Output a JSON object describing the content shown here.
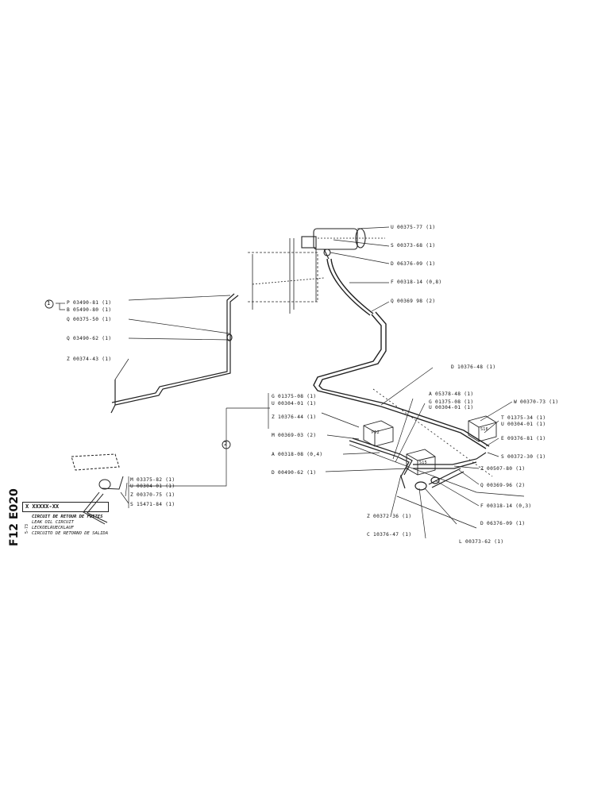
{
  "sheet": {
    "code": "F12 E020",
    "part_code": "X XXXXX-XX",
    "date": "5-73",
    "titles": [
      "CIRCUIT DE RETOUR DE FUITES",
      "LEAK OIL CIRCUIT",
      "LECKOELRUECKLAUF",
      "CIRCUITO DE RETORNO DE SALIDA"
    ]
  },
  "callouts": {
    "c1": "1",
    "c2": "2"
  },
  "boxes": {
    "p52": "P52",
    "s15": "S15",
    "s16": "S16"
  },
  "labels": {
    "u0037577": "U 00375-77 (1)",
    "s0037368": "S 00373-68 (1)",
    "d0637609": "D 06376-09 (1)",
    "f00318": "F 00318-14 (0,8)",
    "q00369": "Q 00369 98 (2)",
    "d1037648": "D 10376-48 (1)",
    "p0349081": "P 03490-81 (1)",
    "b0549080": "B 05490-80 (1)",
    "q0037550": "Q 00375-50 (1)",
    "q0349062": "Q 03490-62 (1)",
    "z0037443": "Z 00374-43 (1)",
    "g0137508a": "G 01375-08 (1)",
    "u0030401a": "U 00304-01 (1)",
    "z1037644": "Z 10376-44 (1)",
    "m0036903": "M 00369-03 (2)",
    "a0031808": "A 00318-08 (0,4)",
    "d0049062": "D 00490-62 (1)",
    "a0537848": "A 05378-48 (1)",
    "g0137508b": "G 01375-08 (1)",
    "u0030401b": "U 00304-01 (1)",
    "w0037073": "W 00370-73 (1)",
    "t0137534": "T 01375-34 (1)",
    "u0030401c": "U 00304-01 (1)",
    "e0937681": "E 09376-81 (1)",
    "s0037230": "S 00372-30 (1)",
    "z0050780": "Z 00507-80 (1)",
    "q0036996": "Q 00369-96 (2)",
    "f0031814": "F 00318-14 (0,3)",
    "d0637609b": "D 06376-09 (1)",
    "l0037362": "L 00373-62 (1)",
    "z0037236": "Z 00372-36 (1)",
    "c1037647": "C 10376-47 (1)",
    "m0337582": "M 03375-82 (1)",
    "u0030401d": "U 00304-01 (1)",
    "z0037075": "Z 00370-75 (1)",
    "s1547184": "S 15471-84 (1)"
  }
}
